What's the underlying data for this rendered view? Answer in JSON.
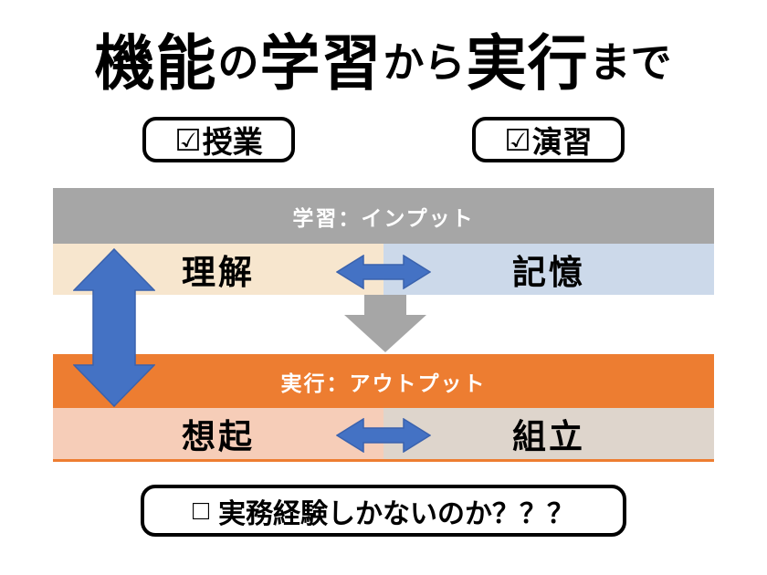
{
  "slide": {
    "title": {
      "full_text": "機能の学習から実行まで",
      "segments": [
        {
          "text": "機能"
        },
        {
          "text": "の"
        },
        {
          "text": "学習"
        },
        {
          "text": "から"
        },
        {
          "text": "実行"
        },
        {
          "text": "まで"
        }
      ]
    },
    "badges": [
      {
        "checkbox": "☑",
        "label": "授業"
      },
      {
        "checkbox": "☑",
        "label": "演習"
      }
    ],
    "input_block": {
      "header": "学習：インプット",
      "left_cell": "理解",
      "right_cell": "記憶"
    },
    "output_block": {
      "header": "実行：アウトプット",
      "left_cell": "想起",
      "right_cell": "組立"
    },
    "bottom_note": {
      "checkbox": "□",
      "text": "実務経験しかないのか？？？"
    },
    "icons": {
      "vertical_double_arrow": "blue-vertical-double-arrow",
      "horizontal_double_arrow_input": "blue-horizontal-double-arrow",
      "horizontal_double_arrow_output": "blue-horizontal-double-arrow",
      "down_arrow": "gray-down-arrow"
    },
    "colors": {
      "header_gray": "#a6a6a6",
      "cell_beige": "#f7e6ce",
      "cell_light_blue": "#ccd9ea",
      "header_orange": "#ed7d31",
      "cell_salmon": "#f6cdb8",
      "cell_taupe": "#ded5cc",
      "arrow_blue": "#4472c4",
      "arrow_blue_border": "#3a62ad",
      "arrow_gray": "#a6a6a6",
      "text_black": "#000000",
      "text_white": "#ffffff"
    }
  }
}
